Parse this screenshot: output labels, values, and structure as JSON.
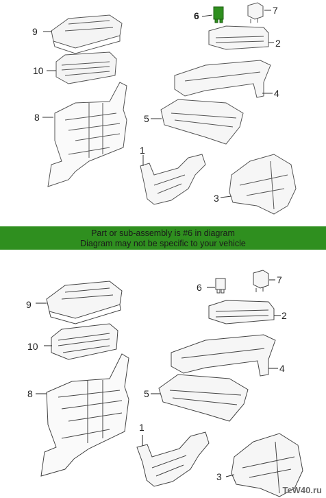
{
  "banner": {
    "line1": "Part or sub-assembly is #6 in diagram",
    "line2": "Diagram may not be specific to your vehicle",
    "color": "#2f8f1f"
  },
  "highlight_color": "#2f8f1f",
  "watermark": "TeW40.ru",
  "top": {
    "labels": {
      "p1": "1",
      "p2": "2",
      "p3": "3",
      "p4": "4",
      "p5": "5",
      "p6": "6",
      "p7": "7",
      "p8": "8",
      "p9": "9",
      "p10": "10"
    }
  },
  "bottom": {
    "labels": {
      "p1": "1",
      "p2": "2",
      "p3": "3",
      "p4": "4",
      "p5": "5",
      "p6": "6",
      "p7": "7",
      "p8": "8",
      "p9": "9",
      "p10": "10"
    }
  }
}
